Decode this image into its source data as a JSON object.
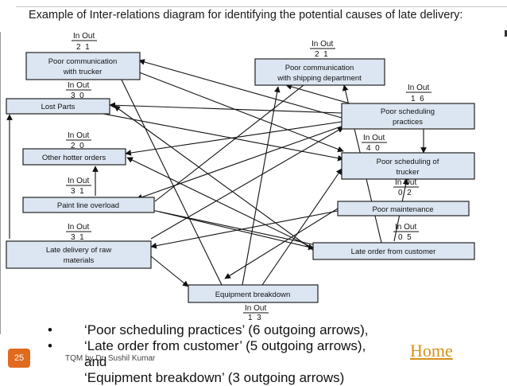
{
  "title": "Example of Inter-relations diagram for identifying the potential causes of late delivery:",
  "io_header": "In Out",
  "nodes": [
    {
      "id": "poor-communication-trucker",
      "label1": "Poor communication",
      "label2": "with trucker",
      "in_out": "2  1"
    },
    {
      "id": "lost-parts",
      "label1": "Lost Parts",
      "label2": "",
      "in_out": "3  0"
    },
    {
      "id": "other-hotter-orders",
      "label1": "Other hotter orders",
      "label2": "",
      "in_out": "2  0"
    },
    {
      "id": "paint-line-overload",
      "label1": "Paint line overload",
      "label2": "",
      "in_out": "3  1"
    },
    {
      "id": "late-delivery-raw",
      "label1": "Late delivery of raw",
      "label2": "materials",
      "in_out": "3  1"
    },
    {
      "id": "equipment-breakdown",
      "label1": "Equipment breakdown",
      "label2": "",
      "in_out": "1  3"
    },
    {
      "id": "poor-communication-shipping",
      "label1": "Poor communication",
      "label2": "with shipping department",
      "in_out": "2  1"
    },
    {
      "id": "poor-scheduling-practices",
      "label1": "Poor scheduling",
      "label2": "practices",
      "in_out": "1  6"
    },
    {
      "id": "poor-scheduling-trucker",
      "label1": "Poor scheduling of",
      "label2": "trucker",
      "in_out": "4  0"
    },
    {
      "id": "poor-maintenance",
      "label1": "Poor maintenance",
      "label2": "",
      "in_out": "0  2"
    },
    {
      "id": "late-order-customer",
      "label1": "Late order from customer",
      "label2": "",
      "in_out": "0  5"
    }
  ],
  "bullets": [
    {
      "mark": "•",
      "text": "‘Poor scheduling practices’ (6 outgoing arrows),"
    },
    {
      "mark": "•",
      "text": "‘Late order from customer’ (5 outgoing arrows),"
    },
    {
      "mark": "",
      "text": "and"
    },
    {
      "mark": "",
      "text": "‘Equipment breakdown’ (3 outgoing arrows)"
    }
  ],
  "footer": {
    "page_number": "25",
    "credit": "TQM by Dr. Sushil Kumar",
    "home_link": "Home"
  },
  "colors": {
    "box_fill": "#dce6f2",
    "page_badge": "#e06a1e",
    "home_link": "#d4921a"
  }
}
